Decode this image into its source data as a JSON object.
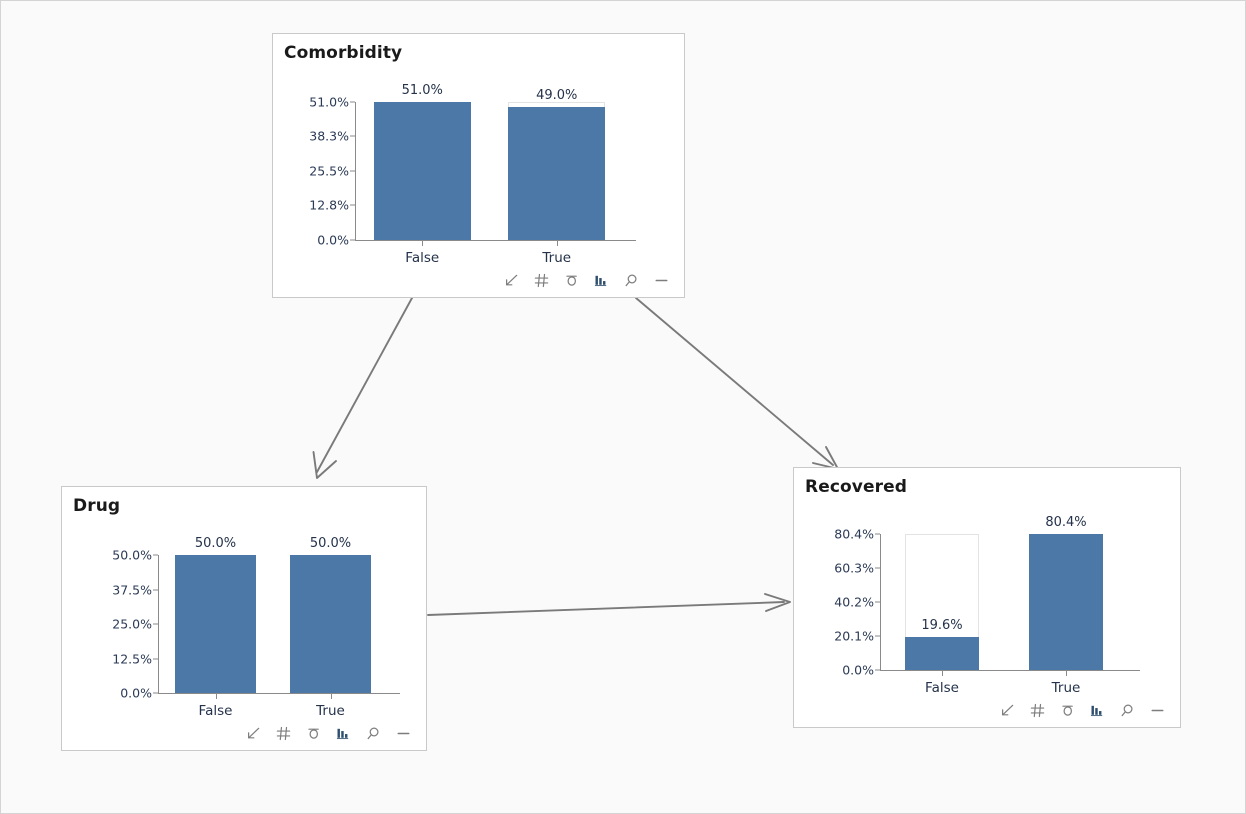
{
  "canvas": {
    "background": "#fafafa",
    "border_color": "#d4d4d4",
    "bar_color": "#4c78a8",
    "track_color": "#e3e3e3",
    "axis_color": "#8a8a8a",
    "edge_color": "#7a7a7a",
    "active_tool_color": "#2f4f6f"
  },
  "toolbar": {
    "tools": [
      {
        "name": "collapse-icon",
        "label": "Collapse",
        "active": false
      },
      {
        "name": "grid-icon",
        "label": "Grid",
        "active": false
      },
      {
        "name": "sigma-icon",
        "label": "Sigma",
        "active": false
      },
      {
        "name": "bar-chart-icon",
        "label": "Bar chart",
        "active": true
      },
      {
        "name": "magnifier-icon",
        "label": "Zoom",
        "active": false
      },
      {
        "name": "minimize-icon",
        "label": "Minimize",
        "active": false
      }
    ]
  },
  "nodes": [
    {
      "id": "comorbidity",
      "title": "Comorbidity",
      "chart_data": {
        "type": "bar",
        "title": "Comorbidity",
        "categories": [
          "False",
          "True"
        ],
        "values": [
          51.0,
          49.0
        ],
        "value_labels": [
          "51.0%",
          "49.0%"
        ],
        "ytick_labels": [
          "51.0%",
          "38.3%",
          "25.5%",
          "12.8%",
          "0.0%"
        ],
        "ytick_values": [
          51.0,
          38.3,
          25.5,
          12.8,
          0.0
        ],
        "ylim": [
          0,
          51.0
        ],
        "xlabel": "",
        "ylabel": "",
        "grid": false,
        "legend": "none"
      }
    },
    {
      "id": "drug",
      "title": "Drug",
      "chart_data": {
        "type": "bar",
        "title": "Drug",
        "categories": [
          "False",
          "True"
        ],
        "values": [
          50.0,
          50.0
        ],
        "value_labels": [
          "50.0%",
          "50.0%"
        ],
        "ytick_labels": [
          "50.0%",
          "37.5%",
          "25.0%",
          "12.5%",
          "0.0%"
        ],
        "ytick_values": [
          50.0,
          37.5,
          25.0,
          12.5,
          0.0
        ],
        "ylim": [
          0,
          50.0
        ],
        "xlabel": "",
        "ylabel": "",
        "grid": false,
        "legend": "none"
      }
    },
    {
      "id": "recovered",
      "title": "Recovered",
      "chart_data": {
        "type": "bar",
        "title": "Recovered",
        "categories": [
          "False",
          "True"
        ],
        "values": [
          19.6,
          80.4
        ],
        "value_labels": [
          "19.6%",
          "80.4%"
        ],
        "ytick_labels": [
          "80.4%",
          "60.3%",
          "40.2%",
          "20.1%",
          "0.0%"
        ],
        "ytick_values": [
          80.4,
          60.3,
          40.2,
          20.1,
          0.0
        ],
        "ylim": [
          0,
          80.4
        ],
        "xlabel": "",
        "ylabel": "",
        "grid": false,
        "legend": "none"
      }
    }
  ],
  "edges": [
    {
      "name": "edge-comorbidity-to-drug",
      "from": "comorbidity",
      "to": "drug"
    },
    {
      "name": "edge-comorbidity-to-recovered",
      "from": "comorbidity",
      "to": "recovered"
    },
    {
      "name": "edge-drug-to-recovered",
      "from": "drug",
      "to": "recovered"
    }
  ]
}
